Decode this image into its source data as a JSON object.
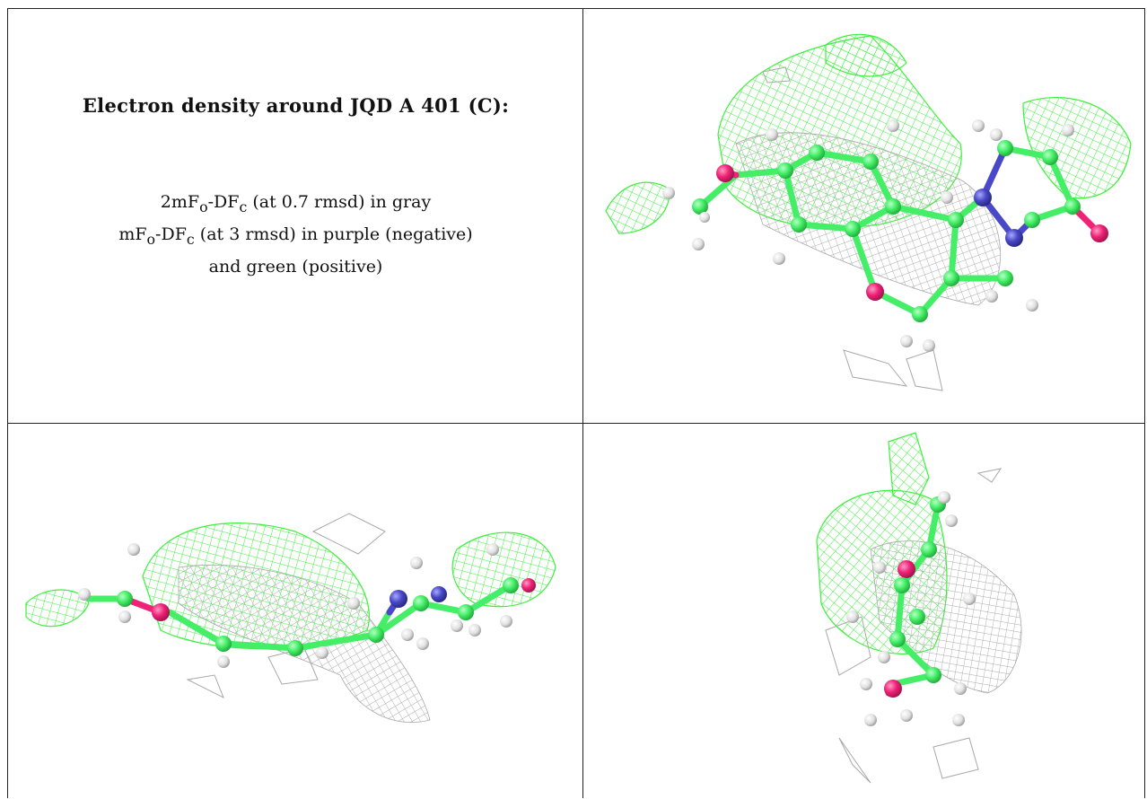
{
  "heading": "Electron density around JQD A 401 (C):",
  "caption": {
    "line1": {
      "a": "2mF",
      "sub1": "o",
      "b": "-DF",
      "sub2": "c",
      "c": " (at 0.7 rmsd) in gray"
    },
    "line2": {
      "a": "mF",
      "sub1": "o",
      "b": "-DF",
      "sub2": "c",
      "c": " (at 3 rmsd) in purple (negative)"
    },
    "line3": "and green (positive)"
  },
  "colors": {
    "positive_mesh": "#3cf03c",
    "gray_mesh": "#a8a8a8",
    "carbon": "#44ee66",
    "oxygen": "#ee2277",
    "nitrogen": "#4848c8",
    "hydrogen": "#e8e8e8"
  }
}
